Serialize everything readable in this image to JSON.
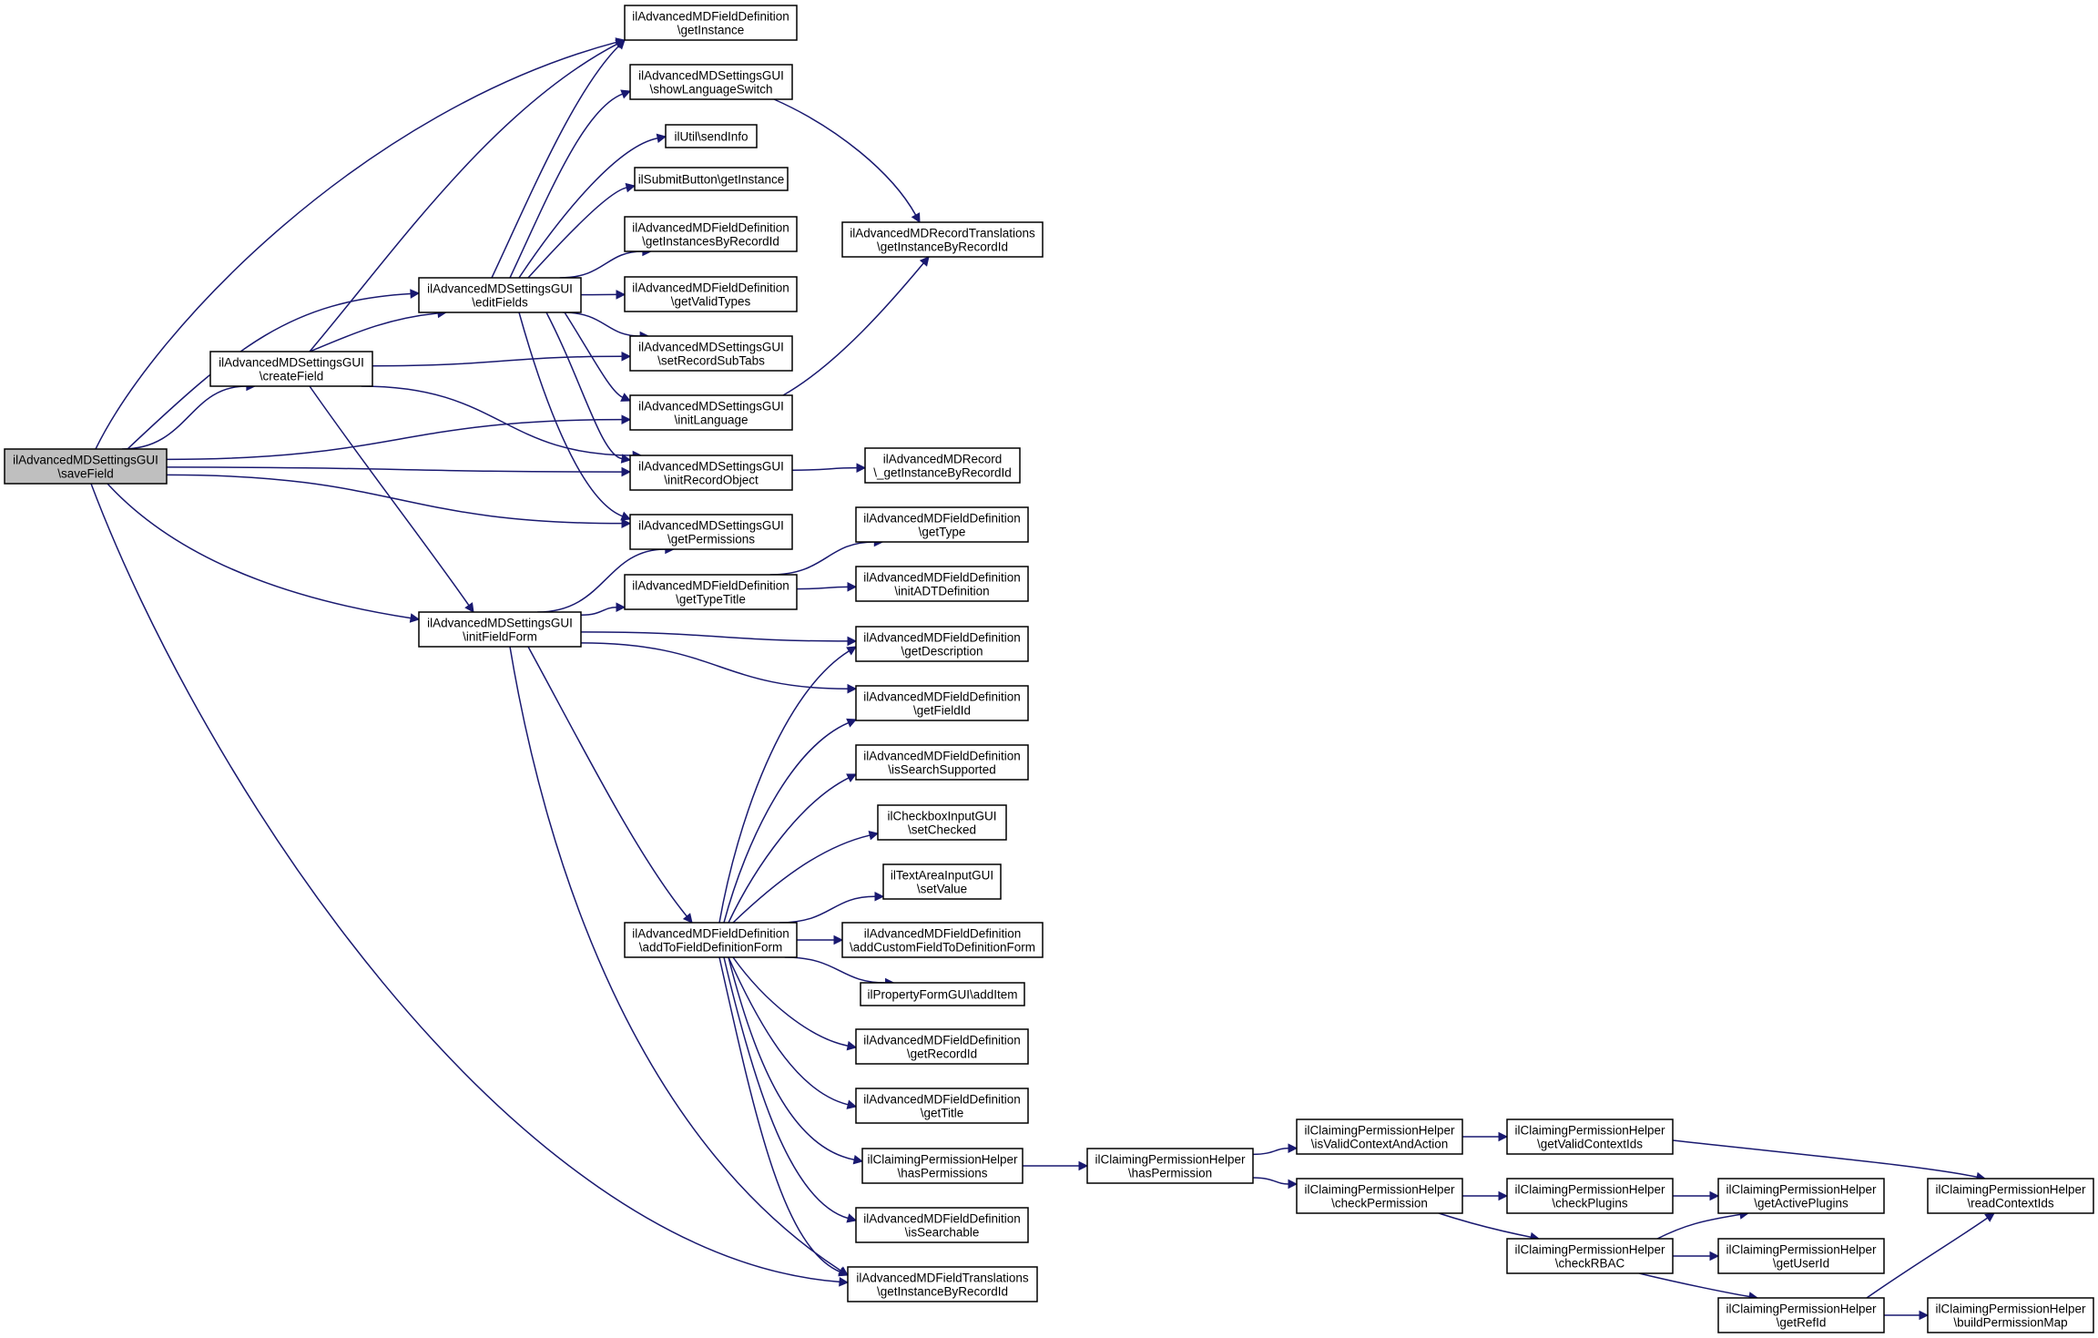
{
  "nodes": [
    {
      "id": "saveField",
      "lines": [
        "ilAdvancedMDSettingsGUI",
        "\\saveField"
      ],
      "highlighted": true
    },
    {
      "id": "createField",
      "lines": [
        "ilAdvancedMDSettingsGUI",
        "\\createField"
      ]
    },
    {
      "id": "editFields",
      "lines": [
        "ilAdvancedMDSettingsGUI",
        "\\editFields"
      ]
    },
    {
      "id": "initFieldForm",
      "lines": [
        "ilAdvancedMDSettingsGUI",
        "\\initFieldForm"
      ]
    },
    {
      "id": "fd_getInstance",
      "lines": [
        "ilAdvancedMDFieldDefinition",
        "\\getInstance"
      ]
    },
    {
      "id": "showLanguageSwitch",
      "lines": [
        "ilAdvancedMDSettingsGUI",
        "\\showLanguageSwitch"
      ]
    },
    {
      "id": "sendInfo",
      "lines": [
        "ilUtil\\sendInfo"
      ]
    },
    {
      "id": "submitGetInstance",
      "lines": [
        "ilSubmitButton\\getInstance"
      ]
    },
    {
      "id": "getInstancesByRecordId",
      "lines": [
        "ilAdvancedMDFieldDefinition",
        "\\getInstancesByRecordId"
      ]
    },
    {
      "id": "getValidTypes",
      "lines": [
        "ilAdvancedMDFieldDefinition",
        "\\getValidTypes"
      ]
    },
    {
      "id": "setRecordSubTabs",
      "lines": [
        "ilAdvancedMDSettingsGUI",
        "\\setRecordSubTabs"
      ]
    },
    {
      "id": "initLanguage",
      "lines": [
        "ilAdvancedMDSettingsGUI",
        "\\initLanguage"
      ]
    },
    {
      "id": "initRecordObject",
      "lines": [
        "ilAdvancedMDSettingsGUI",
        "\\initRecordObject"
      ]
    },
    {
      "id": "getPermissions",
      "lines": [
        "ilAdvancedMDSettingsGUI",
        "\\getPermissions"
      ]
    },
    {
      "id": "getTypeTitle",
      "lines": [
        "ilAdvancedMDFieldDefinition",
        "\\getTypeTitle"
      ]
    },
    {
      "id": "addToFieldDefinitionForm",
      "lines": [
        "ilAdvancedMDFieldDefinition",
        "\\addToFieldDefinitionForm"
      ]
    },
    {
      "id": "recTransGetInstance",
      "lines": [
        "ilAdvancedMDRecordTranslations",
        "\\getInstanceByRecordId"
      ]
    },
    {
      "id": "recordGetInstance",
      "lines": [
        "ilAdvancedMDRecord",
        "\\_getInstanceByRecordId"
      ]
    },
    {
      "id": "getType",
      "lines": [
        "ilAdvancedMDFieldDefinition",
        "\\getType"
      ]
    },
    {
      "id": "initADTDefinition",
      "lines": [
        "ilAdvancedMDFieldDefinition",
        "\\initADTDefinition"
      ]
    },
    {
      "id": "getDescription",
      "lines": [
        "ilAdvancedMDFieldDefinition",
        "\\getDescription"
      ]
    },
    {
      "id": "getFieldId",
      "lines": [
        "ilAdvancedMDFieldDefinition",
        "\\getFieldId"
      ]
    },
    {
      "id": "isSearchSupported",
      "lines": [
        "ilAdvancedMDFieldDefinition",
        "\\isSearchSupported"
      ]
    },
    {
      "id": "setChecked",
      "lines": [
        "ilCheckboxInputGUI",
        "\\setChecked"
      ]
    },
    {
      "id": "setValue",
      "lines": [
        "ilTextAreaInputGUI",
        "\\setValue"
      ]
    },
    {
      "id": "addCustomField",
      "lines": [
        "ilAdvancedMDFieldDefinition",
        "\\addCustomFieldToDefinitionForm"
      ]
    },
    {
      "id": "addItem",
      "lines": [
        "ilPropertyFormGUI\\addItem"
      ]
    },
    {
      "id": "getRecordId",
      "lines": [
        "ilAdvancedMDFieldDefinition",
        "\\getRecordId"
      ]
    },
    {
      "id": "getTitle",
      "lines": [
        "ilAdvancedMDFieldDefinition",
        "\\getTitle"
      ]
    },
    {
      "id": "hasPermissions",
      "lines": [
        "ilClaimingPermissionHelper",
        "\\hasPermissions"
      ]
    },
    {
      "id": "isSearchable",
      "lines": [
        "ilAdvancedMDFieldDefinition",
        "\\isSearchable"
      ]
    },
    {
      "id": "fieldTransGetInstance",
      "lines": [
        "ilAdvancedMDFieldTranslations",
        "\\getInstanceByRecordId"
      ]
    },
    {
      "id": "hasPermission",
      "lines": [
        "ilClaimingPermissionHelper",
        "\\hasPermission"
      ]
    },
    {
      "id": "isValidContextAndAction",
      "lines": [
        "ilClaimingPermissionHelper",
        "\\isValidContextAndAction"
      ]
    },
    {
      "id": "checkPermission",
      "lines": [
        "ilClaimingPermissionHelper",
        "\\checkPermission"
      ]
    },
    {
      "id": "getValidContextIds",
      "lines": [
        "ilClaimingPermissionHelper",
        "\\getValidContextIds"
      ]
    },
    {
      "id": "checkPlugins",
      "lines": [
        "ilClaimingPermissionHelper",
        "\\checkPlugins"
      ]
    },
    {
      "id": "checkRBAC",
      "lines": [
        "ilClaimingPermissionHelper",
        "\\checkRBAC"
      ]
    },
    {
      "id": "getActivePlugins",
      "lines": [
        "ilClaimingPermissionHelper",
        "\\getActivePlugins"
      ]
    },
    {
      "id": "getUserId",
      "lines": [
        "ilClaimingPermissionHelper",
        "\\getUserId"
      ]
    },
    {
      "id": "getRefId",
      "lines": [
        "ilClaimingPermissionHelper",
        "\\getRefId"
      ]
    },
    {
      "id": "readContextIds",
      "lines": [
        "ilClaimingPermissionHelper",
        "\\readContextIds"
      ]
    },
    {
      "id": "buildPermissionMap",
      "lines": [
        "ilClaimingPermissionHelper",
        "\\buildPermissionMap"
      ]
    }
  ],
  "edges": [
    [
      "saveField",
      "fd_getInstance"
    ],
    [
      "saveField",
      "editFields"
    ],
    [
      "saveField",
      "createField"
    ],
    [
      "saveField",
      "initLanguage"
    ],
    [
      "saveField",
      "initRecordObject"
    ],
    [
      "saveField",
      "getPermissions"
    ],
    [
      "saveField",
      "initFieldForm"
    ],
    [
      "saveField",
      "fieldTransGetInstance"
    ],
    [
      "createField",
      "fd_getInstance"
    ],
    [
      "createField",
      "editFields"
    ],
    [
      "createField",
      "setRecordSubTabs"
    ],
    [
      "createField",
      "initRecordObject"
    ],
    [
      "createField",
      "initFieldForm"
    ],
    [
      "editFields",
      "fd_getInstance"
    ],
    [
      "editFields",
      "showLanguageSwitch"
    ],
    [
      "editFields",
      "sendInfo"
    ],
    [
      "editFields",
      "submitGetInstance"
    ],
    [
      "editFields",
      "getInstancesByRecordId"
    ],
    [
      "editFields",
      "getValidTypes"
    ],
    [
      "editFields",
      "setRecordSubTabs"
    ],
    [
      "editFields",
      "initLanguage"
    ],
    [
      "editFields",
      "initRecordObject"
    ],
    [
      "editFields",
      "getPermissions"
    ],
    [
      "initFieldForm",
      "getPermissions"
    ],
    [
      "initFieldForm",
      "getTypeTitle"
    ],
    [
      "initFieldForm",
      "getDescription"
    ],
    [
      "initFieldForm",
      "getFieldId"
    ],
    [
      "initFieldForm",
      "addToFieldDefinitionForm"
    ],
    [
      "initFieldForm",
      "fieldTransGetInstance"
    ],
    [
      "showLanguageSwitch",
      "recTransGetInstance"
    ],
    [
      "initLanguage",
      "recTransGetInstance"
    ],
    [
      "initRecordObject",
      "recordGetInstance"
    ],
    [
      "getTypeTitle",
      "getType"
    ],
    [
      "getTypeTitle",
      "initADTDefinition"
    ],
    [
      "addToFieldDefinitionForm",
      "getDescription"
    ],
    [
      "addToFieldDefinitionForm",
      "getFieldId"
    ],
    [
      "addToFieldDefinitionForm",
      "isSearchSupported"
    ],
    [
      "addToFieldDefinitionForm",
      "setChecked"
    ],
    [
      "addToFieldDefinitionForm",
      "setValue"
    ],
    [
      "addToFieldDefinitionForm",
      "addCustomField"
    ],
    [
      "addToFieldDefinitionForm",
      "addItem"
    ],
    [
      "addToFieldDefinitionForm",
      "getRecordId"
    ],
    [
      "addToFieldDefinitionForm",
      "getTitle"
    ],
    [
      "addToFieldDefinitionForm",
      "hasPermissions"
    ],
    [
      "addToFieldDefinitionForm",
      "isSearchable"
    ],
    [
      "addToFieldDefinitionForm",
      "fieldTransGetInstance"
    ],
    [
      "hasPermissions",
      "hasPermission"
    ],
    [
      "hasPermission",
      "isValidContextAndAction"
    ],
    [
      "hasPermission",
      "checkPermission"
    ],
    [
      "isValidContextAndAction",
      "getValidContextIds"
    ],
    [
      "getValidContextIds",
      "readContextIds"
    ],
    [
      "checkPermission",
      "checkPlugins"
    ],
    [
      "checkPermission",
      "checkRBAC"
    ],
    [
      "checkPlugins",
      "getActivePlugins"
    ],
    [
      "checkRBAC",
      "getActivePlugins"
    ],
    [
      "checkRBAC",
      "getUserId"
    ],
    [
      "checkRBAC",
      "getRefId"
    ],
    [
      "getRefId",
      "readContextIds"
    ],
    [
      "getRefId",
      "buildPermissionMap"
    ]
  ],
  "colors": {
    "edge": "#191970",
    "node_border": "#000000",
    "node_fill": "#ffffff",
    "highlight_fill": "#bfbfbf"
  }
}
